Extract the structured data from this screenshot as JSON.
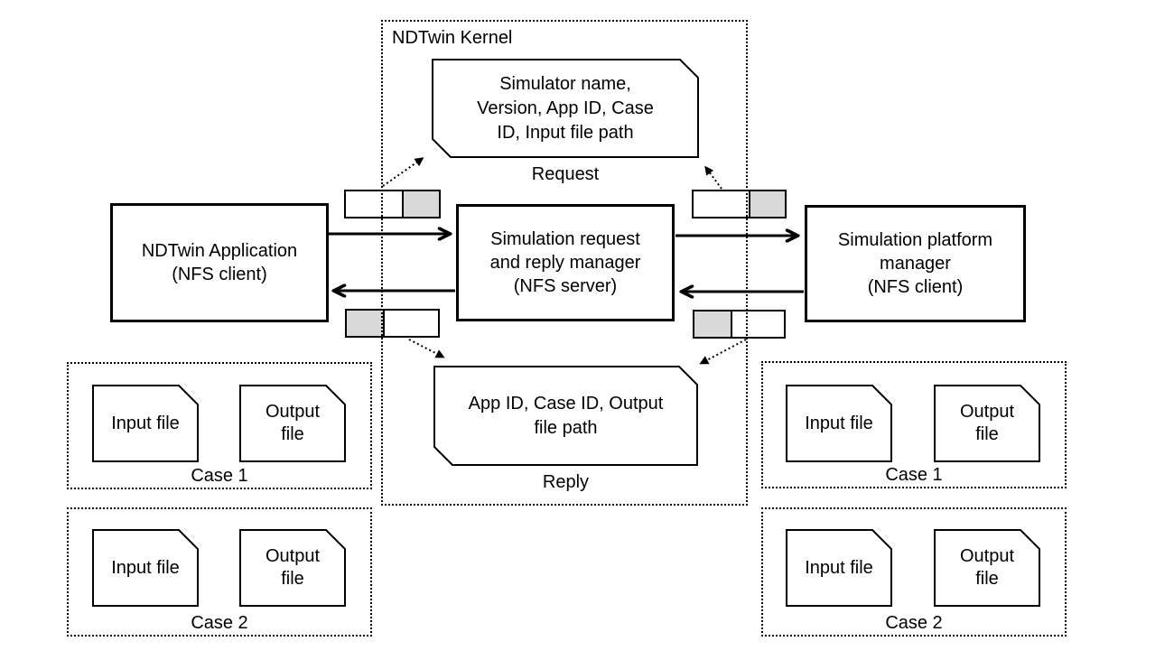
{
  "colors": {
    "gray_fill": "#d9d9d9",
    "line": "#000000",
    "background": "#ffffff"
  },
  "kernel": {
    "title": "NDTwin Kernel"
  },
  "nodes": {
    "application": {
      "lines": [
        "NDTwin Application",
        "(NFS client)"
      ]
    },
    "manager": {
      "lines": [
        "Simulation request",
        "and reply manager",
        "(NFS server)"
      ]
    },
    "platform": {
      "lines": [
        "Simulation platform",
        "manager",
        "(NFS client)"
      ]
    }
  },
  "messages": {
    "request": {
      "lines": [
        "Simulator name,",
        "Version, App ID, Case",
        "ID, Input file path"
      ],
      "label": "Request"
    },
    "reply": {
      "lines": [
        "App ID, Case ID, Output",
        "file path"
      ],
      "label": "Reply"
    }
  },
  "cases": {
    "left": [
      {
        "label": "Case 1",
        "files": [
          "Input file",
          "Output file"
        ]
      },
      {
        "label": "Case 2",
        "files": [
          "Input file",
          "Output file"
        ]
      }
    ],
    "right": [
      {
        "label": "Case 1",
        "files": [
          "Input file",
          "Output file"
        ]
      },
      {
        "label": "Case 2",
        "files": [
          "Input file",
          "Output file"
        ]
      }
    ]
  }
}
